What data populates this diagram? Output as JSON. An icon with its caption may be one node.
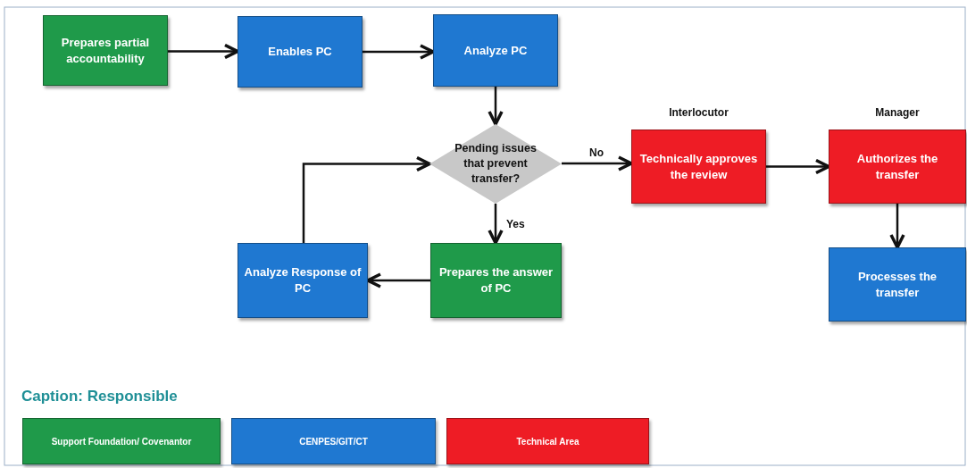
{
  "diagram": {
    "nodes": [
      {
        "text": [
          "Prepares partial accountability"
        ]
      },
      {
        "text": [
          "Enables PC"
        ]
      },
      {
        "text": [
          "Analyze PC"
        ]
      },
      {
        "text": [
          "Pending issues that prevent transfer?"
        ]
      },
      {
        "text": [
          "Technically approves the review"
        ],
        "beside": [
          "Interlocutor"
        ]
      },
      {
        "text": [
          "Authorizes the transfer"
        ],
        "beside": [
          "Manager"
        ]
      },
      {
        "text": [
          "Processes the transfer"
        ]
      },
      {
        "text": [
          "Prepares the answer of PC"
        ]
      },
      {
        "text": [
          "Analyze Response of PC"
        ]
      }
    ],
    "edges": [
      {
        "from": 0,
        "to": 1,
        "arrow": "to"
      },
      {
        "from": 1,
        "to": 2,
        "arrow": "to"
      },
      {
        "from": 2,
        "to": 3,
        "arrow": "to"
      },
      {
        "from": 3,
        "to": 4,
        "arrow": "to",
        "label": "No"
      },
      {
        "from": 4,
        "to": 5,
        "arrow": "to"
      },
      {
        "from": 5,
        "to": 6,
        "arrow": "to"
      },
      {
        "from": 3,
        "to": 7,
        "arrow": "to",
        "label": "Yes"
      },
      {
        "from": 7,
        "to": 8,
        "arrow": "to"
      },
      {
        "from": 8,
        "to": 3,
        "arrow": "to"
      }
    ],
    "labels": [
      "Caption: Responsible"
    ],
    "legend": [
      {
        "text": "Support Foundation/ Covenantor",
        "color": "#1f9a4a"
      },
      {
        "text": "CENPES/GIT/CT",
        "color": "#1f78d1"
      },
      {
        "text": "Technical Area",
        "color": "#ee1c25"
      }
    ]
  }
}
